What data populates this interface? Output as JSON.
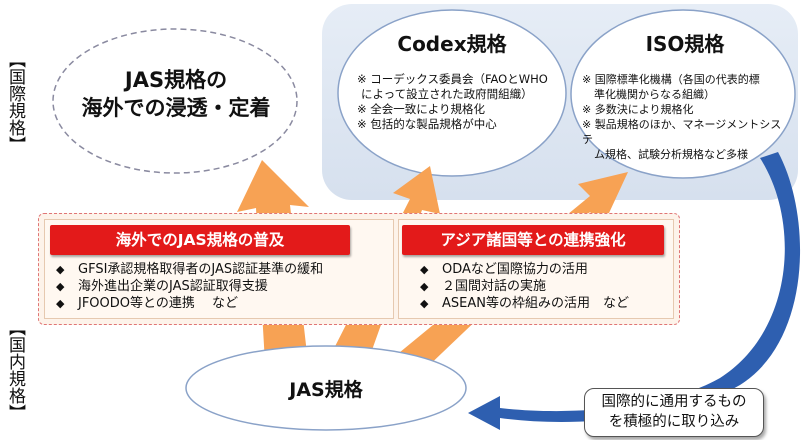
{
  "side_labels": {
    "international": "【国際規格】",
    "domestic": "【国内規格】"
  },
  "overseas_ellipse": {
    "line1": "JAS規格の",
    "line2": "海外での浸透・定着"
  },
  "codex": {
    "title": "Codex規格",
    "notes": [
      "※ コーデックス委員会（FAOとWHO",
      "によって設立された政府間組織）",
      "※ 全会一致により規格化",
      "※ 包括的な製品規格が中心"
    ]
  },
  "iso": {
    "title": "ISO規格",
    "notes": [
      "※ 国際標準化機構（各国の代表的標",
      "準化機関からなる組織）",
      "※ 多数決により規格化",
      "※ 製品規格のほか、マネージメントシステ",
      "ム規格、試験分析規格など多様"
    ]
  },
  "left_panel": {
    "heading": "海外でのJAS規格の普及",
    "items": [
      "GFSI承認規格取得者のJAS認証基準の緩和",
      "海外進出企業のJAS認証取得支援",
      "JFOODO等との連携　 など"
    ]
  },
  "right_panel": {
    "heading": "アジア諸国等との連携強化",
    "items": [
      "ODAなど国際協力の活用",
      "２国間対話の実施",
      "ASEAN等の枠組みの活用　など"
    ]
  },
  "jas_bottom": "JAS規格",
  "callout": {
    "line1": "国際的に通用するもの",
    "line2": "を積極的に取り込み"
  },
  "bullet_mark": "◆",
  "colors": {
    "arrow_orange": "#f7a254",
    "arrow_blue": "#2e5fb0",
    "region_blue": "#dfe7f2",
    "heading_red": "#e31a1a",
    "ellipse_border": "#8aa2c8"
  }
}
